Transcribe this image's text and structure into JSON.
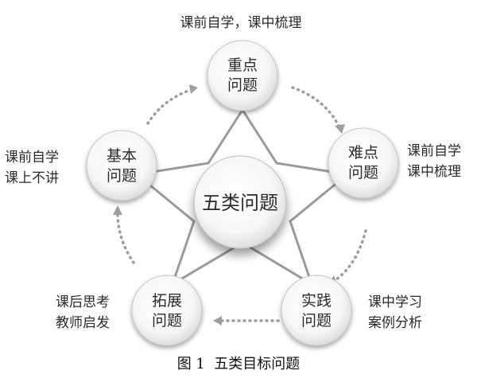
{
  "center": {
    "label": "五类问题"
  },
  "nodes": [
    {
      "id": "key",
      "lines": [
        "重点",
        "问题"
      ]
    },
    {
      "id": "hard",
      "lines": [
        "难点",
        "问题"
      ]
    },
    {
      "id": "practice",
      "lines": [
        "实践",
        "问题"
      ]
    },
    {
      "id": "extension",
      "lines": [
        "拓展",
        "问题"
      ]
    },
    {
      "id": "basic",
      "lines": [
        "基本",
        "问题"
      ]
    }
  ],
  "notes": {
    "top": [
      "课前自学，课中梳理"
    ],
    "right": [
      "课前自学",
      "课中梳理"
    ],
    "bottom_right": [
      "课中学习",
      "案例分析"
    ],
    "bottom_left": [
      "课后思考",
      "教师启发"
    ],
    "left": [
      "课前自学",
      "课上不讲"
    ]
  },
  "caption": "图 1  五类目标问题",
  "colors": {
    "star_line": "#9a9a9a",
    "arrow_dots": "#9e9e9e",
    "circle_edge": "#c8c8c8"
  }
}
